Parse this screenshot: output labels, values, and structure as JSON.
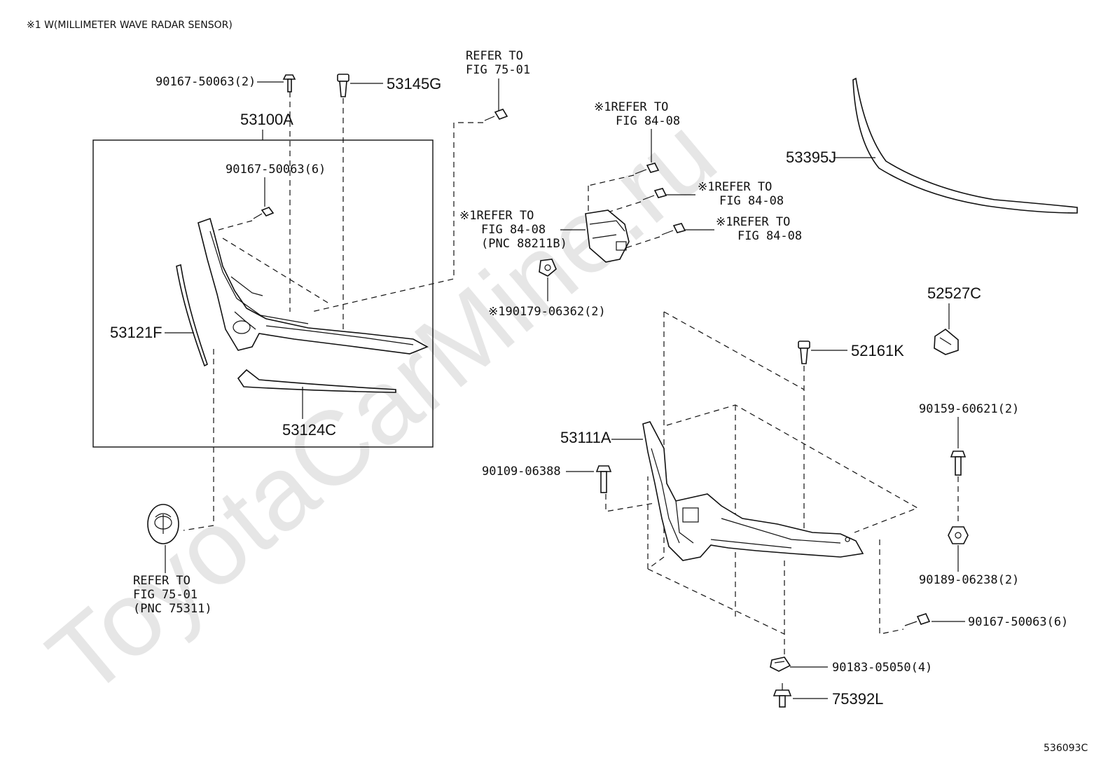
{
  "header_note": "※1 W(MILLIMETER WAVE RADAR SENSOR)",
  "figure_id": "536093C",
  "watermark": "ToyotaCarMine.ru",
  "labels": {
    "p90167_top": "90167-50063(2)",
    "p53145G": "53145G",
    "p53100A": "53100A",
    "p90167_inner": "90167-50063(6)",
    "p53121F": "53121F",
    "p53124C": "53124C",
    "refer_7501_top_1": "REFER TO",
    "refer_7501_top_2": "FIG 75-01",
    "refer_emblem_1": "REFER TO",
    "refer_emblem_2": "FIG 75-01",
    "refer_emblem_3": "(PNC 75311)",
    "radar_a_1": "※1REFER TO",
    "radar_a_2": "FIG 84-08",
    "radar_b_1": "※1REFER TO",
    "radar_b_2": "FIG 84-08",
    "radar_c_1": "※1REFER TO",
    "radar_c_2": "FIG 84-08",
    "radar_d_1": "※1REFER TO",
    "radar_d_2": "FIG 84-08",
    "radar_d_3": "(PNC 88211B)",
    "p90179": "※190179-06362(2)",
    "p53395J": "53395J",
    "p52527C": "52527C",
    "p52161K": "52161K",
    "p53111A": "53111A",
    "p90109": "90109-06388",
    "p90159": "90159-60621(2)",
    "p90189": "90189-06238(2)",
    "p90167_right": "90167-50063(6)",
    "p90183": "90183-05050(4)",
    "p75392L": "75392L"
  }
}
